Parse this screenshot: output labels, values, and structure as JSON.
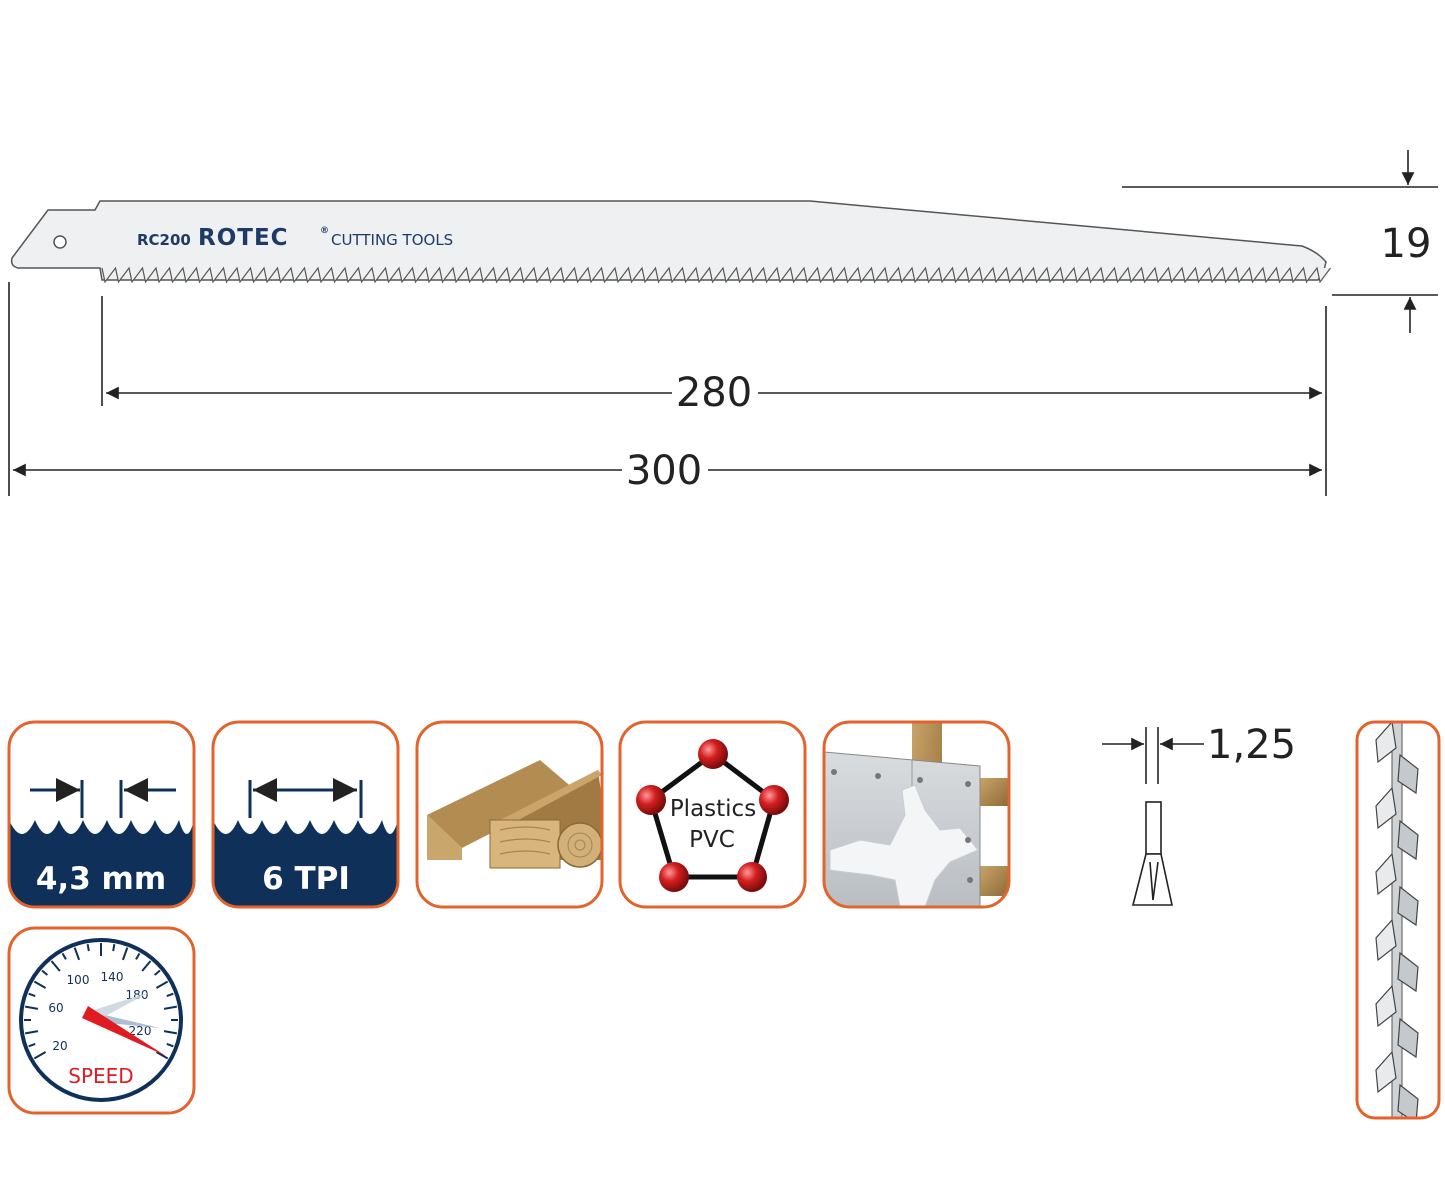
{
  "blade": {
    "model": "RC200",
    "brand": "ROTEC",
    "registered_mark": "®",
    "tagline": "CUTTING TOOLS"
  },
  "dimensions": {
    "usable_length": "280",
    "total_length": "300",
    "height": "19",
    "thickness": "1,25"
  },
  "features": {
    "tooth_pitch": "4,3 mm",
    "teeth_per_inch": "6 TPI",
    "material_plastics": "Plastics",
    "material_pvc": "PVC",
    "speed_label": "SPEED",
    "speed_scale": [
      "20",
      "60",
      "100",
      "140",
      "180",
      "220"
    ]
  },
  "colors": {
    "tile_border": "#e3632d",
    "tile_dark": "#0f3159",
    "brand_blue": "#1f3a66",
    "speed_red": "#e11b22",
    "plastic_ball": "#d41f1f"
  },
  "icons": [
    "wood-icon",
    "plastics-pvc-icon",
    "drywall-icon",
    "speed-gauge-icon",
    "tooth-set-icon",
    "blade-side-view-icon"
  ]
}
